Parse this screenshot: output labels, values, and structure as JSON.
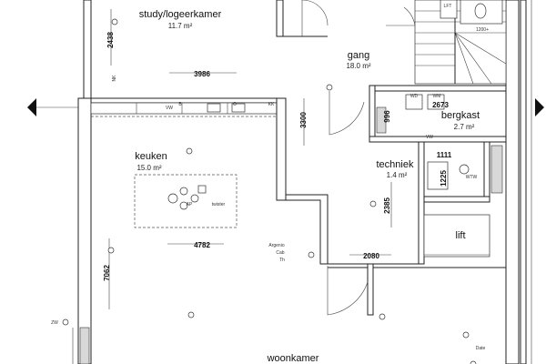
{
  "rooms": {
    "study": {
      "label": "study/logeerkamer",
      "area": "11.7 m²"
    },
    "gang": {
      "label": "gang",
      "area": "18.0 m²"
    },
    "bergkast": {
      "label": "bergkast",
      "area": "2.7 m²"
    },
    "keuken": {
      "label": "keuken",
      "area": "15.0 m²"
    },
    "techniek": {
      "label": "techniek",
      "area": "1.4 m²"
    },
    "lift": {
      "label": "lift"
    },
    "woonkamer": {
      "label": "woonkamer"
    }
  },
  "dimensions": {
    "d2438": "2438",
    "d3986": "3986",
    "d3300": "3300",
    "d996": "996",
    "d2673": "2673",
    "d1111": "1111",
    "d1225": "1225",
    "d2385": "2385",
    "d4782": "4782",
    "d2080": "2080",
    "d7062": "7062"
  },
  "fixture_labels": {
    "lft": "LFT",
    "size1200": "1200+",
    "nk": "NK",
    "vw1": "VW",
    "b": "B",
    "o": "O",
    "kk": "KK",
    "wd": "WD",
    "wm": "WM",
    "vw2": "VW",
    "wtw": "WTW",
    "ap": "AP",
    "twister": "twister",
    "argenia": "Argenio",
    "cab": "Cab",
    "th": "Th",
    "zw": "ZW",
    "date": "Date"
  },
  "colors": {
    "line": "#222222",
    "background": "#ffffff",
    "hatch": "#d8d8d8"
  }
}
